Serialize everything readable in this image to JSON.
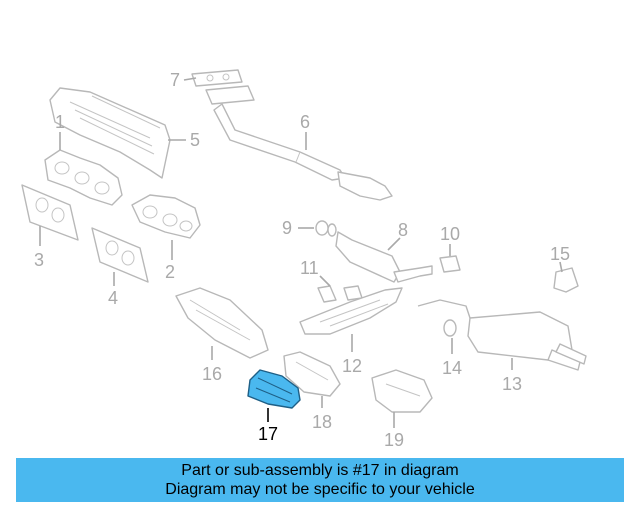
{
  "diagram": {
    "callouts": [
      {
        "id": "1",
        "label": "1"
      },
      {
        "id": "2",
        "label": "2"
      },
      {
        "id": "3",
        "label": "3"
      },
      {
        "id": "4",
        "label": "4"
      },
      {
        "id": "5",
        "label": "5"
      },
      {
        "id": "6",
        "label": "6"
      },
      {
        "id": "7",
        "label": "7"
      },
      {
        "id": "8",
        "label": "8"
      },
      {
        "id": "9",
        "label": "9"
      },
      {
        "id": "10",
        "label": "10"
      },
      {
        "id": "11",
        "label": "11"
      },
      {
        "id": "12",
        "label": "12"
      },
      {
        "id": "13",
        "label": "13"
      },
      {
        "id": "14",
        "label": "14"
      },
      {
        "id": "15",
        "label": "15"
      },
      {
        "id": "16",
        "label": "16"
      },
      {
        "id": "17",
        "label": "17"
      },
      {
        "id": "18",
        "label": "18"
      },
      {
        "id": "19",
        "label": "19"
      }
    ],
    "highlighted_part": "17",
    "highlight_color": "#4ab8ef",
    "part_line_color": "#b8b8b8"
  },
  "banner": {
    "line1": "Part or sub-assembly is #17 in diagram",
    "line2": "Diagram may not be specific to your vehicle",
    "background": "#4ab8ef"
  }
}
